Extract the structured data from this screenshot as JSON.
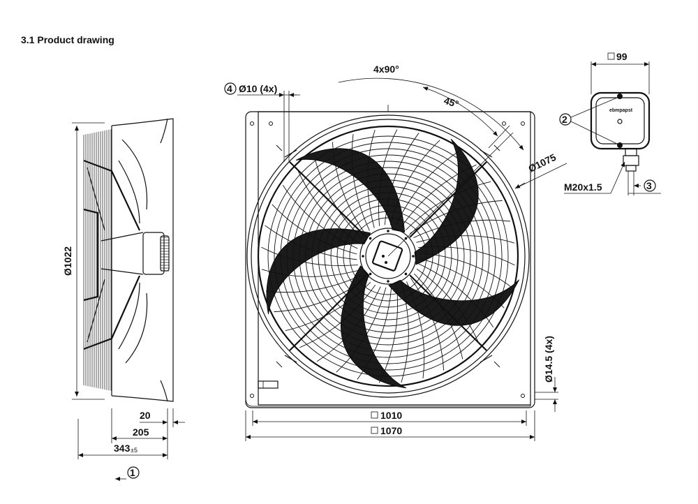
{
  "title": "3.1 Product drawing",
  "labels": {
    "angle_4x90": "4x90°",
    "angle_45": "45°",
    "hole_callout_num": "4",
    "hole_callout": "Ø10 (4x)",
    "dia_ring": "Ø1075",
    "dia_side": "Ø1022",
    "dia_foot": "Ø14.5 (4x)",
    "square_1010": "1010",
    "square_1070": "1070",
    "square_99": "99",
    "dim_20": "20",
    "dim_205": "205",
    "dim_343": "343",
    "tol_343": "±5",
    "thread": "M20x1.5",
    "callout_1": "1",
    "callout_2": "2",
    "callout_3": "3",
    "brand": "ebmpapst"
  }
}
